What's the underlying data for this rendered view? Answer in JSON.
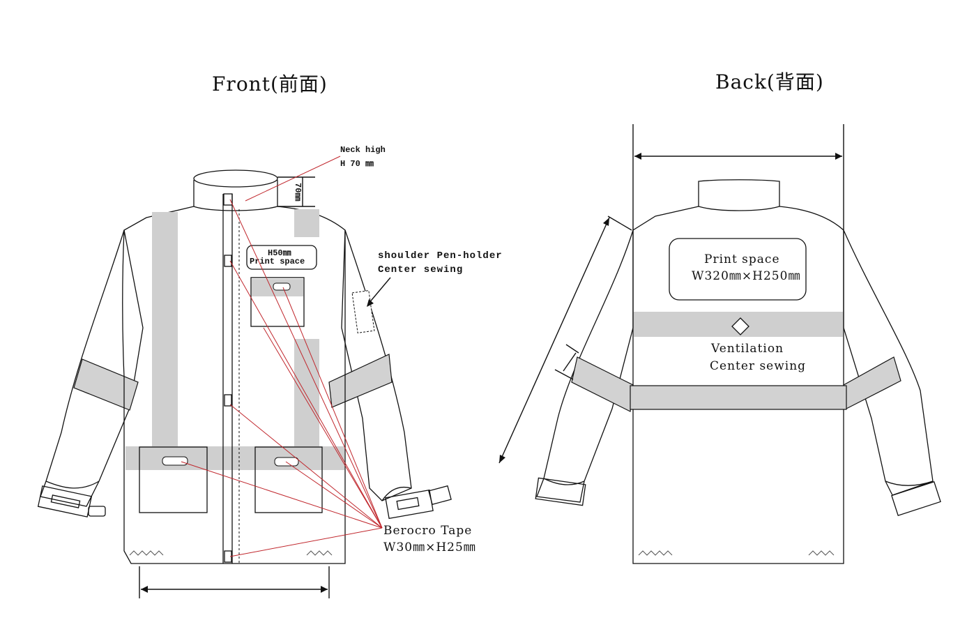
{
  "titles": {
    "front": "Front(前面)",
    "back": "Back(背面)"
  },
  "front": {
    "neck_label_1": "Neck high",
    "neck_label_2": "H 70 ㎜",
    "neck_dim": "70㎜",
    "print_label_1": "H50㎜",
    "print_label_2": "Print space",
    "pen_label_1": "shoulder Pen-holder",
    "pen_label_2": "Center sewing",
    "tape_label_1": "Berocro Tape",
    "tape_label_2": "W30㎜×H25㎜"
  },
  "back": {
    "print_label_1": "Print space",
    "print_label_2": "W320㎜×H250㎜",
    "vent_label_1": "Ventilation",
    "vent_label_2": "Center sewing"
  },
  "colors": {
    "reflective_band": "#cfcfcf",
    "callout_line": "#c0262c",
    "outline": "#111111"
  }
}
